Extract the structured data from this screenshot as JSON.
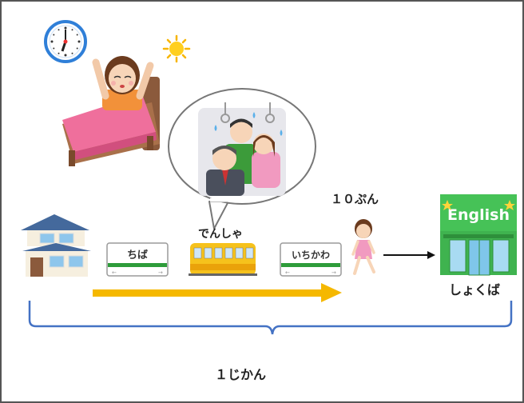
{
  "illustration": {
    "labels": {
      "train": "でんしゃ",
      "walk_time": "１０ぷん",
      "workplace": "しょくば",
      "total_time": "１じかん"
    },
    "station_signs": [
      {
        "name": "ちば",
        "accent": "#2e9c3a"
      },
      {
        "name": "いちかわ",
        "accent": "#2e9c3a"
      }
    ],
    "store_sign": "English",
    "icons": [
      "clock-icon",
      "sun-icon",
      "bed-icon",
      "person-waking-icon",
      "house-icon",
      "train-icon",
      "crowded-commuters-icon",
      "walking-woman-icon",
      "english-school-icon"
    ],
    "colors": {
      "frame": "#555555",
      "route_arrow": "#f5b800",
      "brace": "#4472c4",
      "store_green": "#3fb34f",
      "bed_pink": "#ef6f9c",
      "train_body": "#f6c21c"
    }
  }
}
